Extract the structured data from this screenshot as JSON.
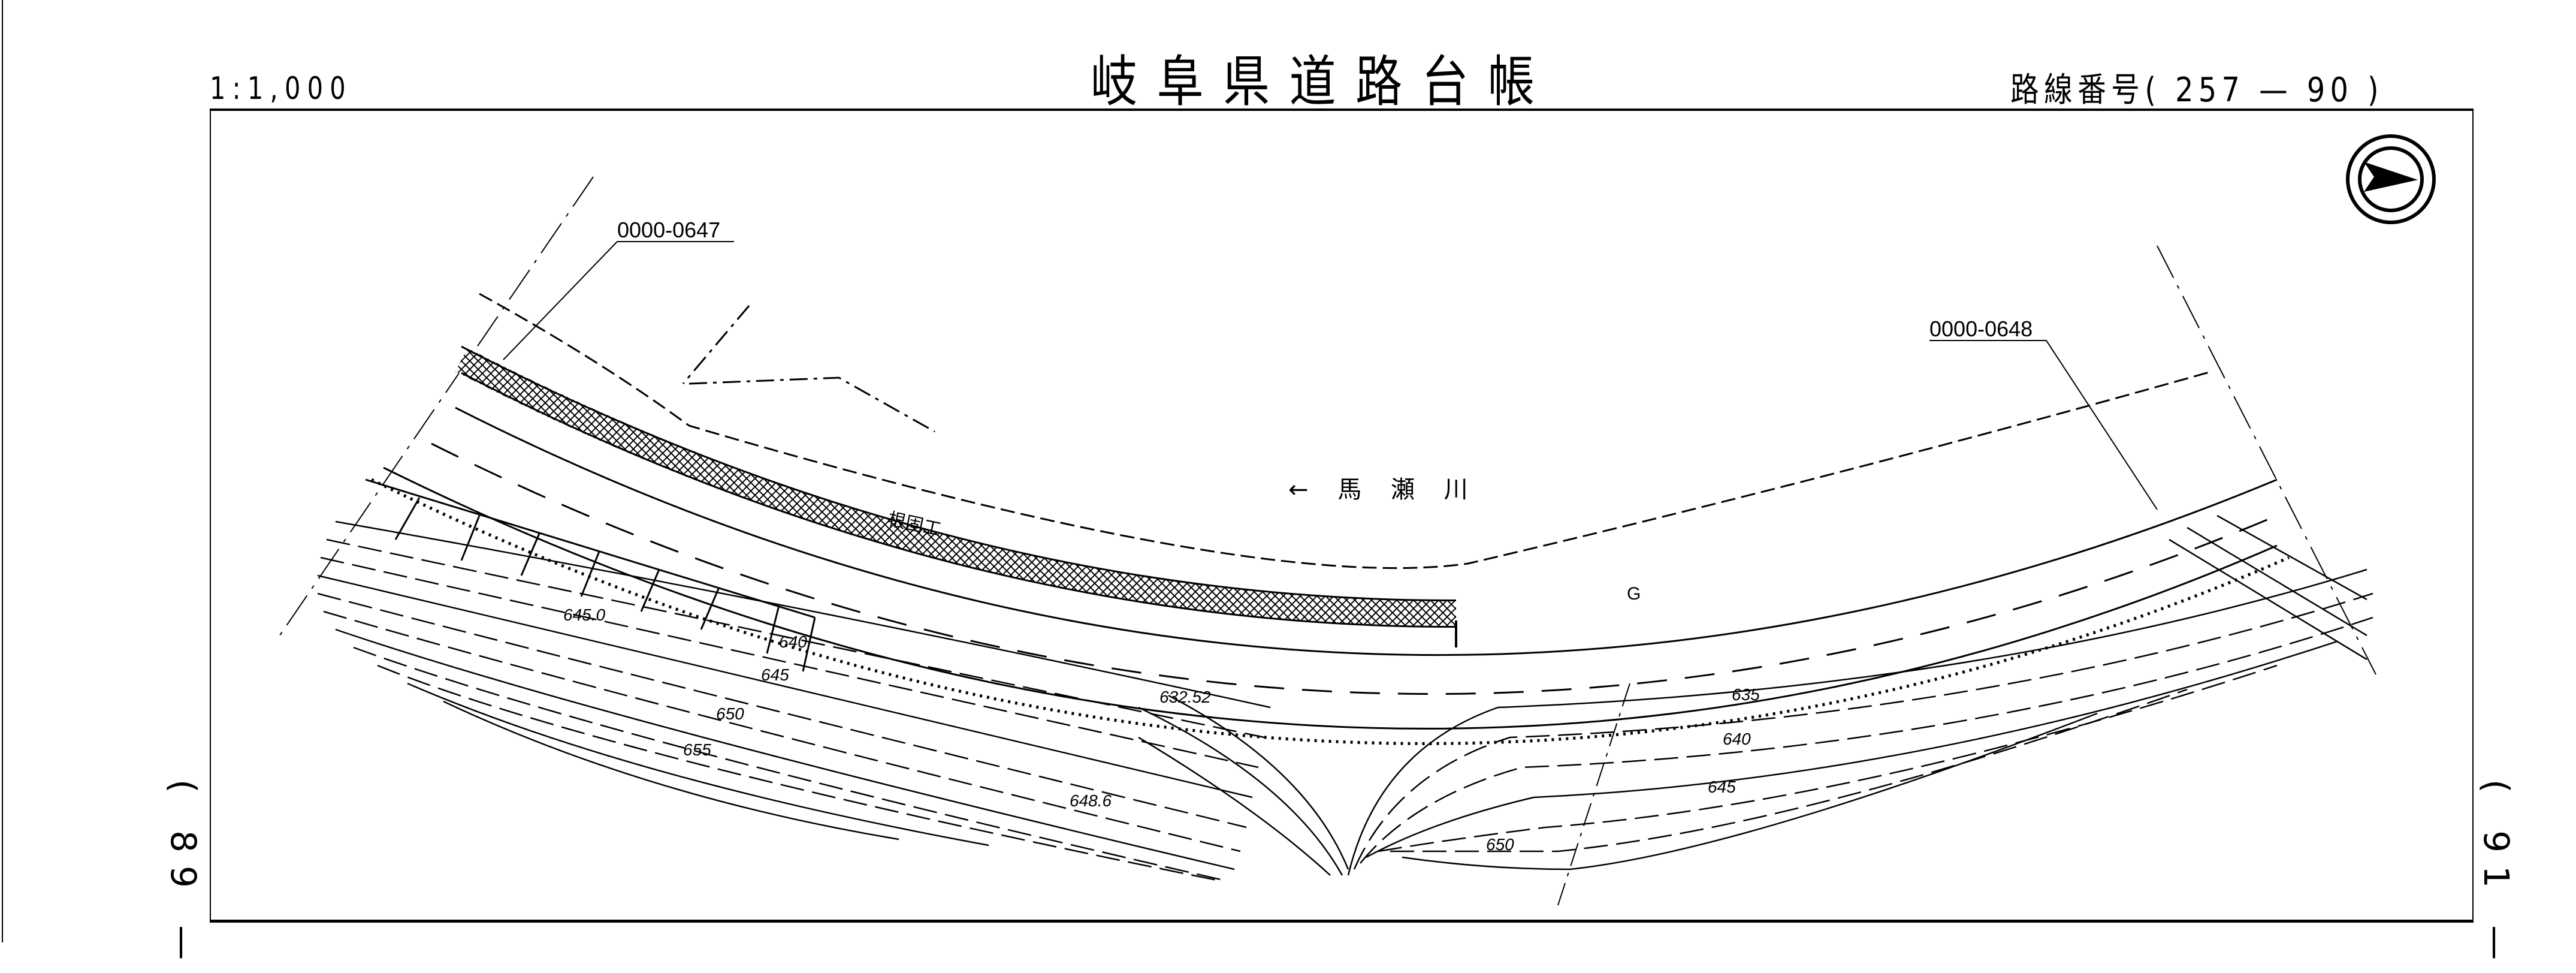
{
  "header": {
    "scale": "1:1,000",
    "title": "岐阜県道路台帳",
    "route": "路線番号( 257 — 90 )"
  },
  "side": {
    "left": "( 89 —",
    "right": "( 91 —"
  },
  "map": {
    "section_left_id": "0000-0647",
    "section_right_id": "0000-0648",
    "river_name": "← 馬 瀬 川",
    "structure_label": "根固工",
    "marker_g": "G",
    "elevations": {
      "e1": "645.0",
      "e2": "640",
      "e3": "645",
      "e4": "650",
      "e5": "655",
      "e6": "648.6",
      "e7": "632.52",
      "e8": "635",
      "e9": "640",
      "e10": "645",
      "e11": "650"
    },
    "north_arrow": "north-arrow-icon"
  }
}
